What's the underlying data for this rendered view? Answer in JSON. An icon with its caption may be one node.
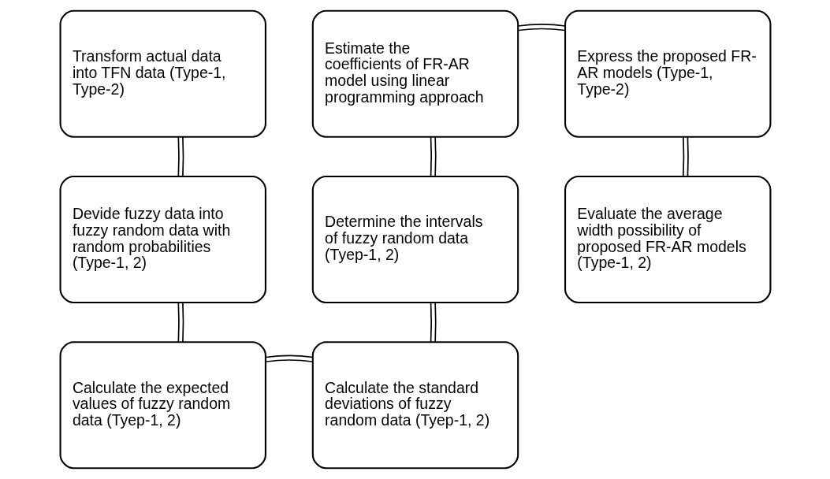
{
  "diagram": {
    "nodes": [
      {
        "text": [
          "Transform actual data into TFN data (Type-1, Type-2)"
        ]
      },
      {
        "text": [
          "Devide fuzzy data into fuzzy random data with random probabilities (Type-1, 2)"
        ]
      },
      {
        "text": [
          "Calculate the expected values of fuzzy random data (Tyep-1, 2)"
        ]
      },
      {
        "text": [
          "Calculate the standard deviations of fuzzy random data (Tyep-1, 2)"
        ]
      },
      {
        "text": [
          "Determine the intervals of fuzzy random data (Tyep-1, 2)"
        ]
      },
      {
        "text": [
          "Estimate the coefficients of FR-AR model using linear programming approach"
        ]
      },
      {
        "text": [
          "Express the proposed FR-AR models (Type-1, Type-2)"
        ]
      },
      {
        "text": [
          "Evaluate the average width possibility of proposed FR-AR models (Type-1, 2)"
        ]
      }
    ],
    "edges": [
      {
        "from": 0,
        "to": 1,
        "arrow": "none"
      },
      {
        "from": 1,
        "to": 2,
        "arrow": "none"
      },
      {
        "from": 2,
        "to": 3,
        "arrow": "none"
      },
      {
        "from": 3,
        "to": 4,
        "arrow": "none"
      },
      {
        "from": 4,
        "to": 5,
        "arrow": "none"
      },
      {
        "from": 5,
        "to": 6,
        "arrow": "none"
      },
      {
        "from": 6,
        "to": 7,
        "arrow": "none"
      }
    ]
  }
}
